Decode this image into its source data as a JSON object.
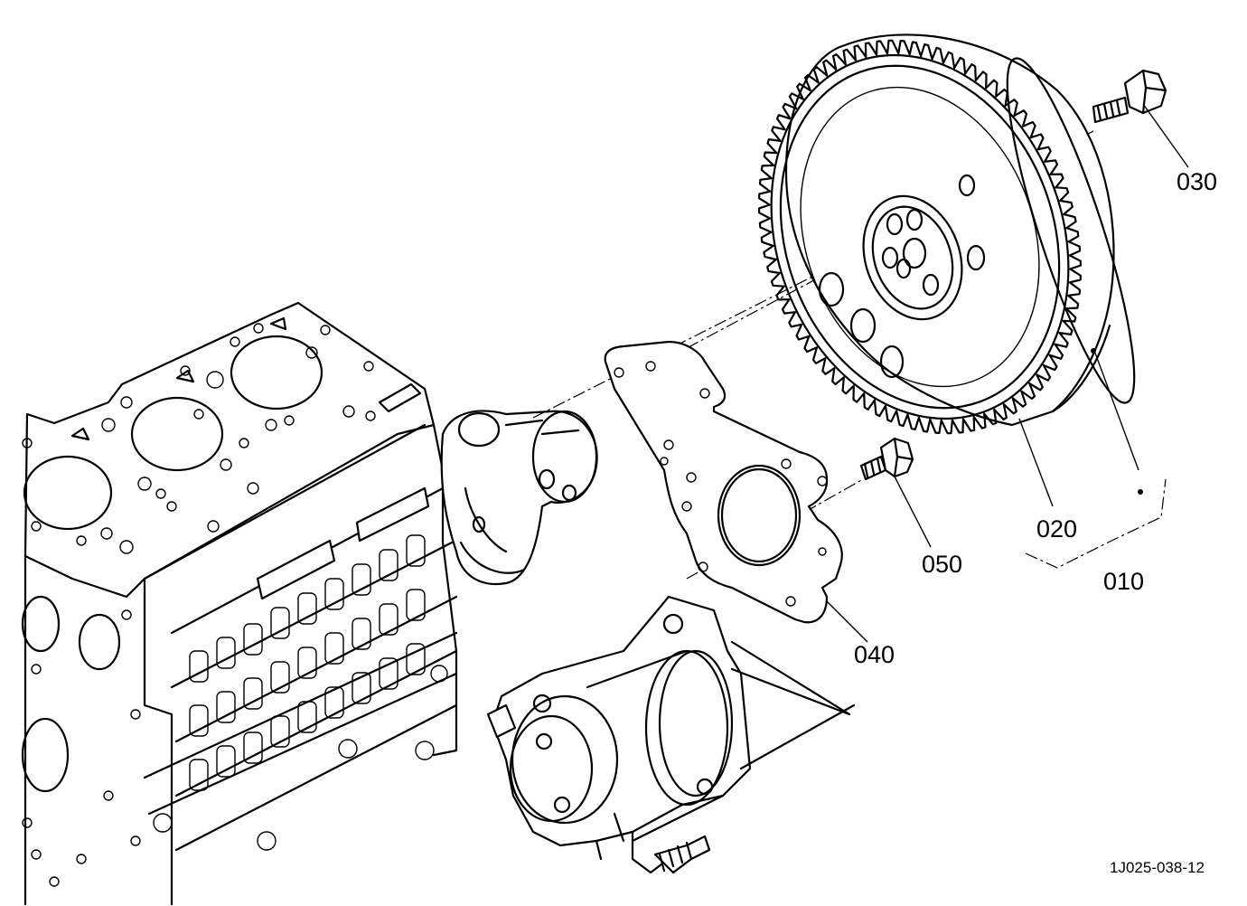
{
  "diagram": {
    "reference_code": "1J025-038-12",
    "parts": [
      {
        "id": "p010",
        "number": "010"
      },
      {
        "id": "p020",
        "number": "020"
      },
      {
        "id": "p030",
        "number": "030"
      },
      {
        "id": "p040",
        "number": "040"
      },
      {
        "id": "p050",
        "number": "050"
      }
    ]
  }
}
